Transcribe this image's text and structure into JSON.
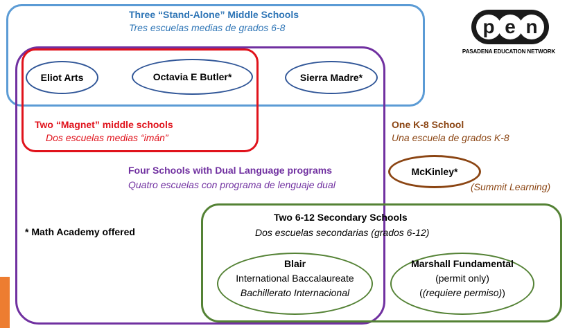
{
  "groups": {
    "standalone": {
      "title": "Three “Stand-Alone” Middle Schools",
      "subtitle": "Tres escuelas medias de grados 6-8",
      "color": "#5b9bd5"
    },
    "magnet": {
      "title": "Two “Magnet” middle schools",
      "subtitle": "Dos escuelas medias “imán”",
      "color": "#e0121b"
    },
    "dual_language": {
      "title": "Four Schools with Dual Language programs",
      "subtitle": "Quatro escuelas con programa de  lenguaje dual",
      "color": "#7030a0"
    },
    "k8": {
      "title": "One K-8 School",
      "subtitle": "Una escuela de grados K-8",
      "color": "#8b4513"
    },
    "secondary": {
      "title": "Two 6-12 Secondary Schools",
      "subtitle": "Dos escuelas secondarias (grados 6-12)",
      "color": "#548235"
    }
  },
  "schools": {
    "eliot": "Eliot Arts",
    "butler": "Octavia E Butler*",
    "sierra": "Sierra Madre*",
    "mckinley": "McKinley*",
    "mckinley_note": "(Summit Learning)",
    "blair": {
      "name": "Blair",
      "line1": "International Baccalaureate",
      "line2": "Bachillerato Internacional"
    },
    "marshall": {
      "name": "Marshall Fundamental",
      "line1": "(permit only)",
      "line2": "(requiere permiso)"
    }
  },
  "note": "* Math Academy offered",
  "logo": {
    "letters": [
      "p",
      "e",
      "n"
    ],
    "caption": "PASADENA EDUCATION NETWORK"
  }
}
